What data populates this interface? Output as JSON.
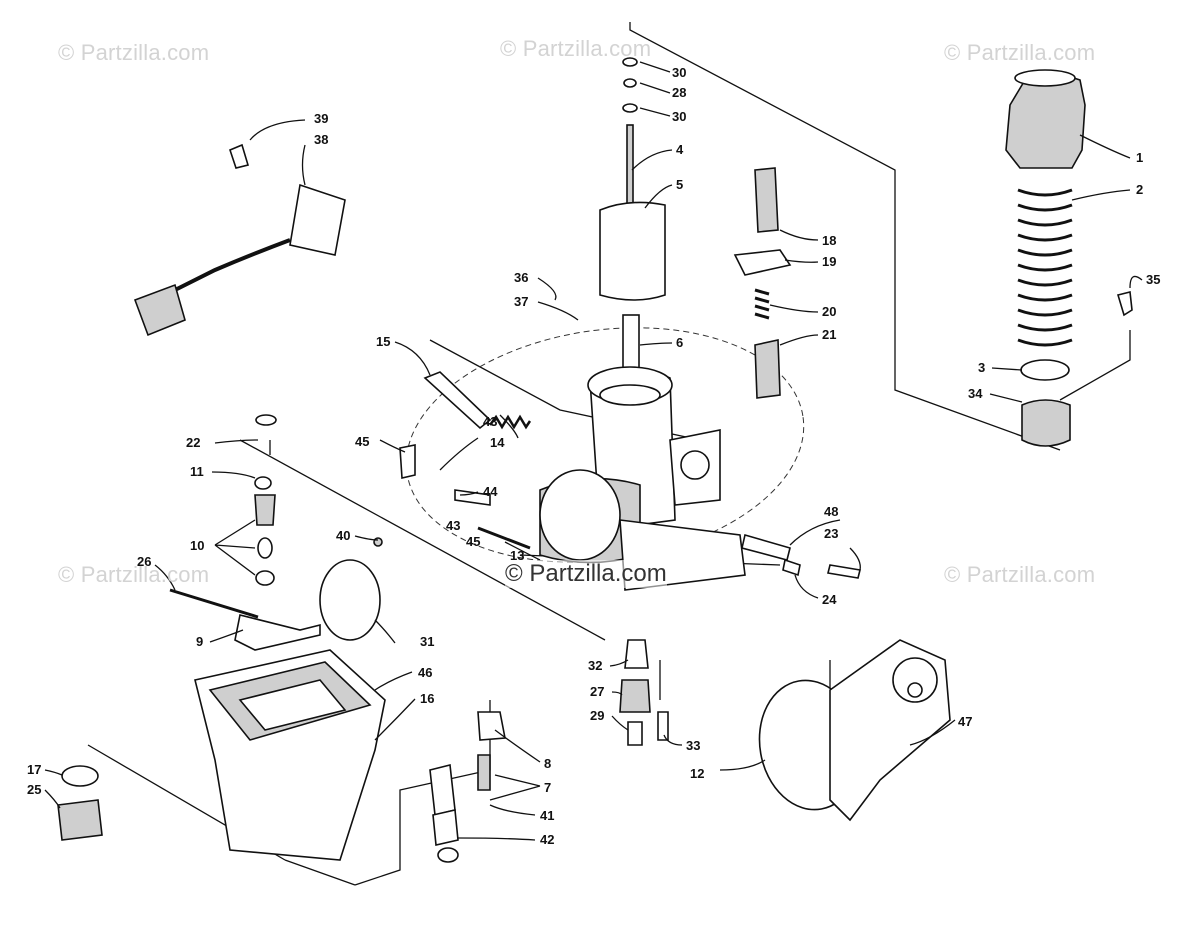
{
  "watermarks": {
    "top_left": "© Partzilla.com",
    "top_mid": "© Partzilla.com",
    "top_right": "© Partzilla.com",
    "mid_left": "© Partzilla.com",
    "mid_right": "© Partzilla.com",
    "center": "© Partzilla.com"
  },
  "callouts": [
    "1",
    "2",
    "3",
    "4",
    "5",
    "6",
    "7",
    "8",
    "9",
    "10",
    "11",
    "12",
    "13",
    "14",
    "15",
    "16",
    "17",
    "18",
    "19",
    "20",
    "21",
    "22",
    "23",
    "24",
    "25",
    "26",
    "27",
    "28",
    "29",
    "30",
    "31",
    "32",
    "33",
    "34",
    "35",
    "36",
    "37",
    "38",
    "39",
    "40",
    "41",
    "42",
    "43",
    "44",
    "45",
    "46",
    "47",
    "48"
  ],
  "colors": {
    "ink": "#111111",
    "watermark": "#d3d3d3",
    "background": "#ffffff"
  }
}
